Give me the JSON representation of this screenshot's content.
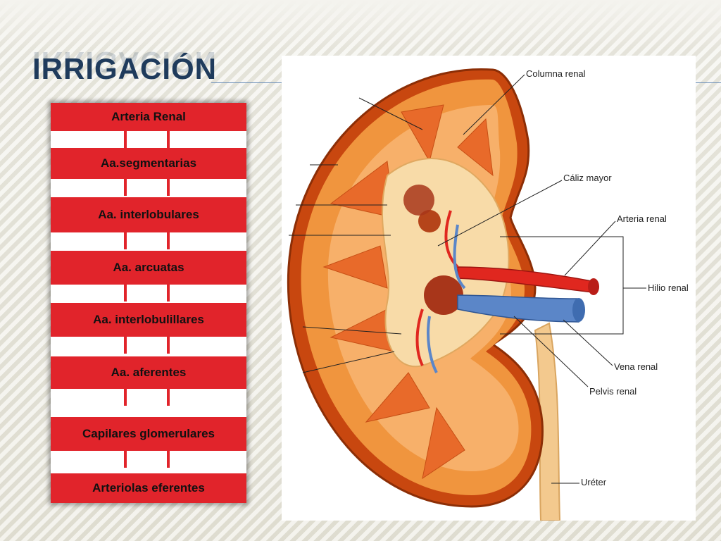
{
  "slide": {
    "title": "IRRIGACIÓN"
  },
  "flow": {
    "steps": [
      "Arteria Renal",
      "Aa.segmentarias",
      "Aa. interlobulares",
      "Aa. arcuatas",
      "Aa.  interlobulillares",
      "Aa. aferentes",
      "Capilares glomerulares",
      "Arteriolas eferentes"
    ]
  },
  "diagram": {
    "labels": {
      "columna_renal": "Columna renal",
      "caliz_mayor": "Cáliz mayor",
      "arteria_renal": "Arteria renal",
      "hilio_renal": "Hilio renal",
      "vena_renal": "Vena renal",
      "pelvis_renal": "Pelvis renal",
      "ureter": "Uréter"
    }
  },
  "colors": {
    "title": "#1f3b5c",
    "flow_red": "#e1242b",
    "rule": "#6c8fb8"
  }
}
